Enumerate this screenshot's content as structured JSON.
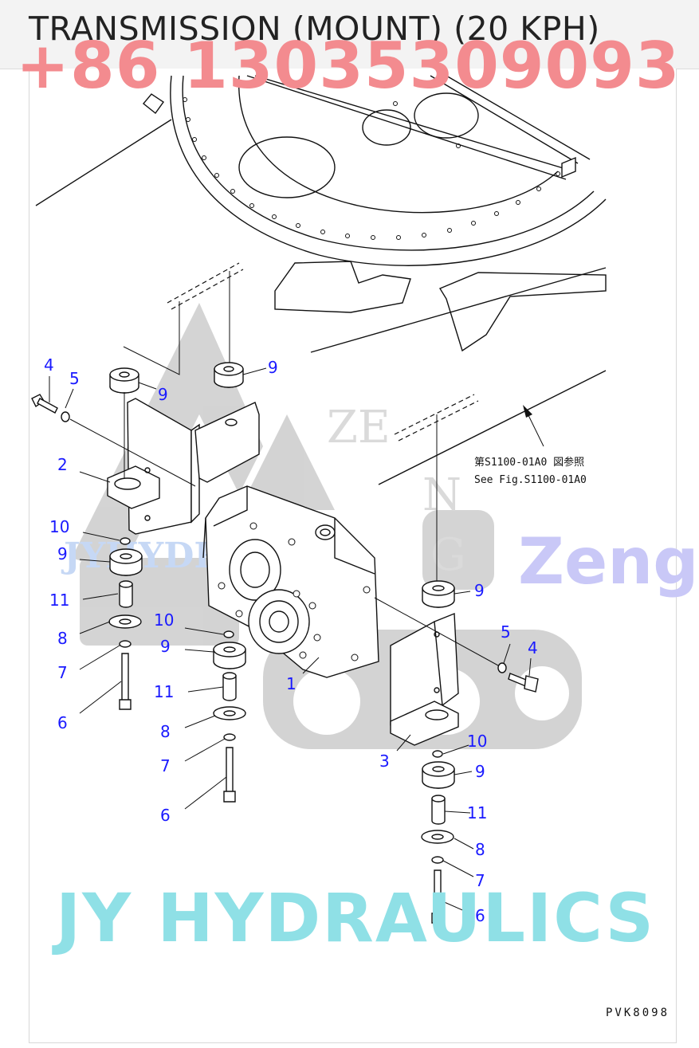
{
  "page": {
    "title": "TRANSMISSION (MOUNT) (20 KPH)",
    "phone_watermark": "+86 13035309093",
    "footer_watermark": "JY HYDRAULICS",
    "watermark_zeng": "Zeng",
    "watermark_jyhydro": "JYHYDRO",
    "watermark_ze": "ZE",
    "watermark_n": "N",
    "watermark_g": "G"
  },
  "diagram": {
    "reference_note_jp": "第S1100-01A0 図参照",
    "reference_note_en": "See Fig.S1100-01A0",
    "drawing_code": "PVK8098",
    "callouts": {
      "c1": "1",
      "c2": "2",
      "c3": "3",
      "c4a": "4",
      "c4b": "4",
      "c5a": "5",
      "c5b": "5",
      "c6a": "6",
      "c6b": "6",
      "c6c": "6",
      "c7a": "7",
      "c7b": "7",
      "c7c": "7",
      "c8a": "8",
      "c8b": "8",
      "c8c": "8",
      "c9a": "9",
      "c9b": "9",
      "c9c": "9",
      "c9d": "9",
      "c9e": "9",
      "c9f": "9",
      "c10a": "10",
      "c10b": "10",
      "c10c": "10",
      "c11a": "11",
      "c11b": "11",
      "c11c": "11"
    }
  },
  "colors": {
    "callout": "#1a1aff",
    "phone_watermark": "#f38b8f",
    "footer_watermark": "#8fe0e6",
    "header_bg": "#f3f3f3"
  }
}
